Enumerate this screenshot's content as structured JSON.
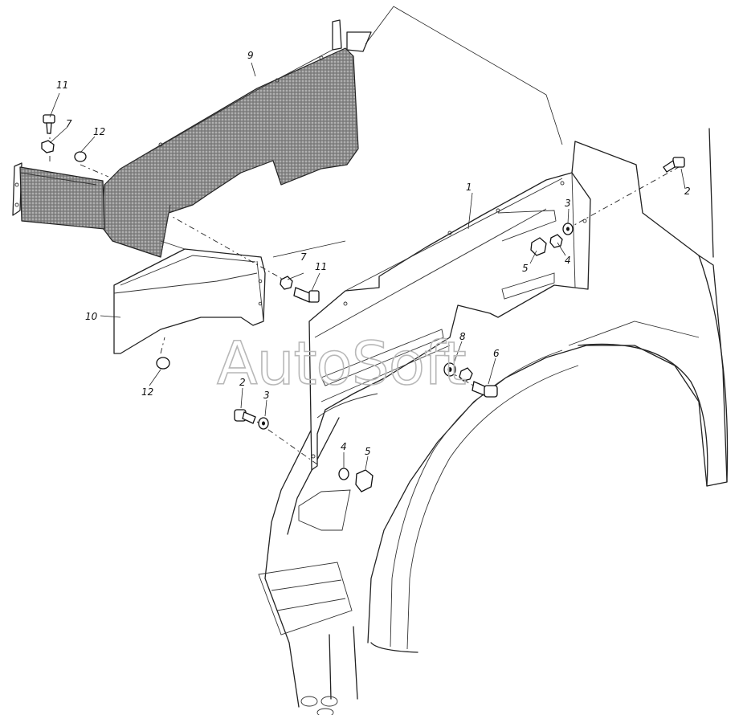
{
  "watermark": "AutoSoft",
  "callouts": {
    "c1": "1",
    "c2a": "2",
    "c2b": "2",
    "c3a": "3",
    "c3b": "3",
    "c4a": "4",
    "c4b": "4",
    "c5a": "5",
    "c5b": "5",
    "c6": "6",
    "c7a": "7",
    "c7b": "7",
    "c8": "8",
    "c9": "9",
    "c10": "10",
    "c11a": "11",
    "c11b": "11",
    "c12a": "12",
    "c12b": "12"
  }
}
